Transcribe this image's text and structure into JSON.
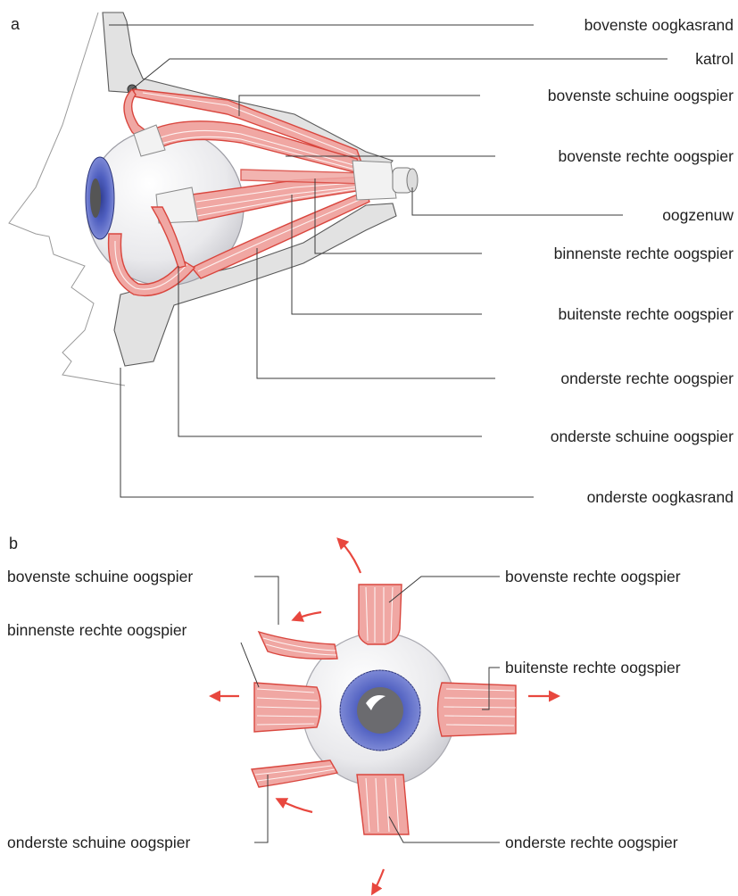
{
  "panel_a": {
    "letter": "a",
    "labels": {
      "bovenste_oogkasrand": "bovenste oogkasrand",
      "katrol": "katrol",
      "bovenste_schuine_oogspier": "bovenste schuine oogspier",
      "bovenste_rechte_oogspier": "bovenste rechte oogspier",
      "oogzenuw": "oogzenuw",
      "binnenste_rechte_oogspier": "binnenste rechte oogspier",
      "buitenste_rechte_oogspier": "buitenste rechte oogspier",
      "onderste_rechte_oogspier": "onderste rechte oogspier",
      "onderste_schuine_oogspier": "onderste schuine oogspier",
      "onderste_oogkasrand": "onderste oogkasrand"
    }
  },
  "panel_b": {
    "letter": "b",
    "labels": {
      "bovenste_schuine_oogspier": "bovenste schuine oogspier",
      "bovenste_rechte_oogspier": "bovenste rechte oogspier",
      "binnenste_rechte_oogspier": "binnenste rechte oogspier",
      "buitenste_rechte_oogspier": "buitenste rechte oogspier",
      "onderste_schuine_oogspier": "onderste schuine oogspier",
      "onderste_rechte_oogspier": "onderste rechte oogspier"
    }
  },
  "colors": {
    "muscle": "#f0a7a3",
    "muscle_outline": "#d9463e",
    "iris": "#4f5fc0",
    "bone": "#e2e2e2",
    "arrow": "#e8473e"
  }
}
